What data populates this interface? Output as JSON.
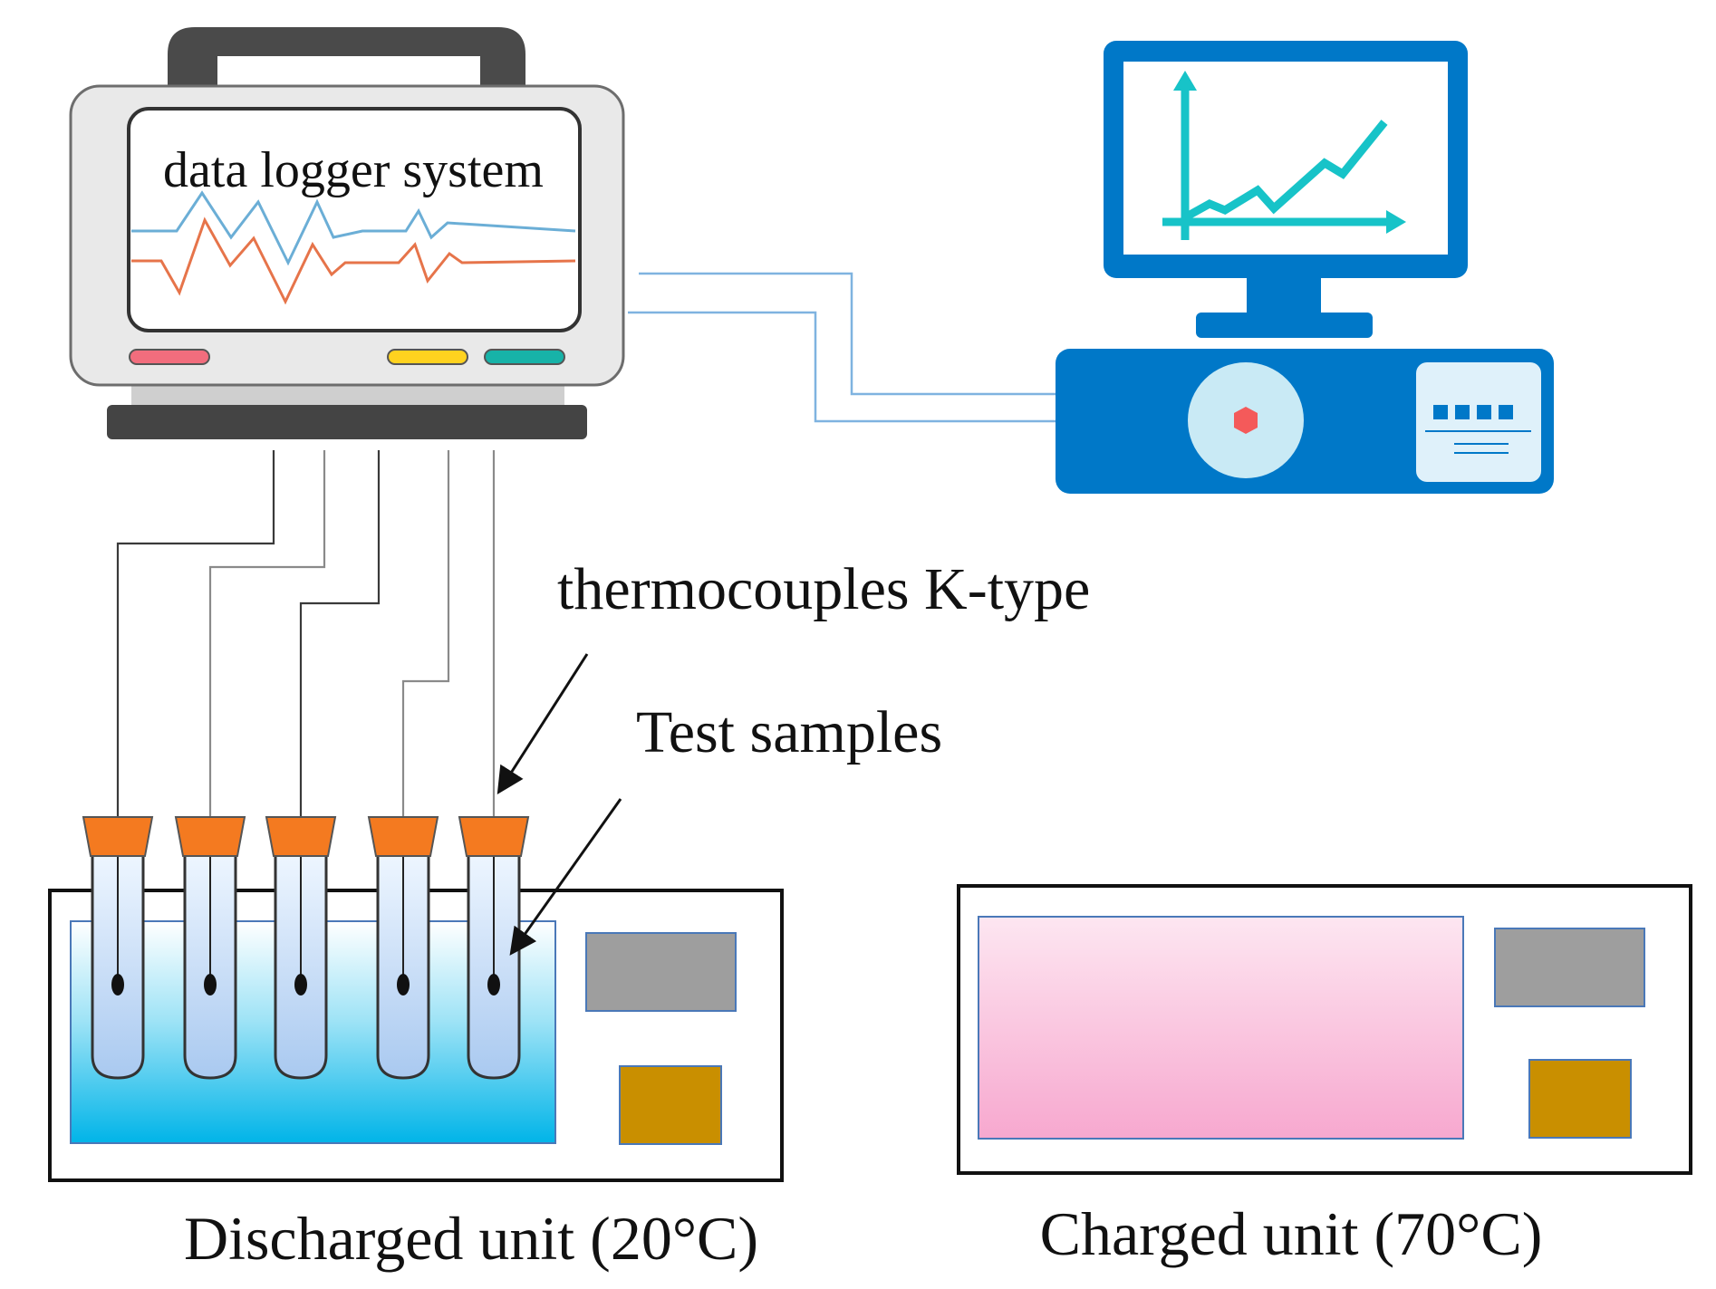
{
  "labels": {
    "data_logger": "data logger system",
    "thermocouples": "thermocouples K-type",
    "test_samples": "Test samples",
    "discharged_unit": "Discharged unit (20°C)",
    "charged_unit": "Charged unit (70°C)"
  },
  "colors": {
    "logger_body": "#e9e9e9",
    "logger_dark": "#444444",
    "trace_blue": "#6baed6",
    "trace_orange": "#e6744a",
    "led_red": "#f26d7d",
    "led_yellow": "#ffd21f",
    "led_teal": "#17b3a8",
    "pc_blue": "#0078c8",
    "pc_chart": "#17c3c8",
    "cap_orange": "#f47a20",
    "cold_bath": "#00b4e8",
    "hot_chamber": "#f7a8cf",
    "panel_gray": "#9e9e9e",
    "panel_gold": "#c98f00"
  },
  "icons": [
    "data-logger-icon",
    "computer-icon",
    "test-tube-icon",
    "arrow-icon"
  ]
}
